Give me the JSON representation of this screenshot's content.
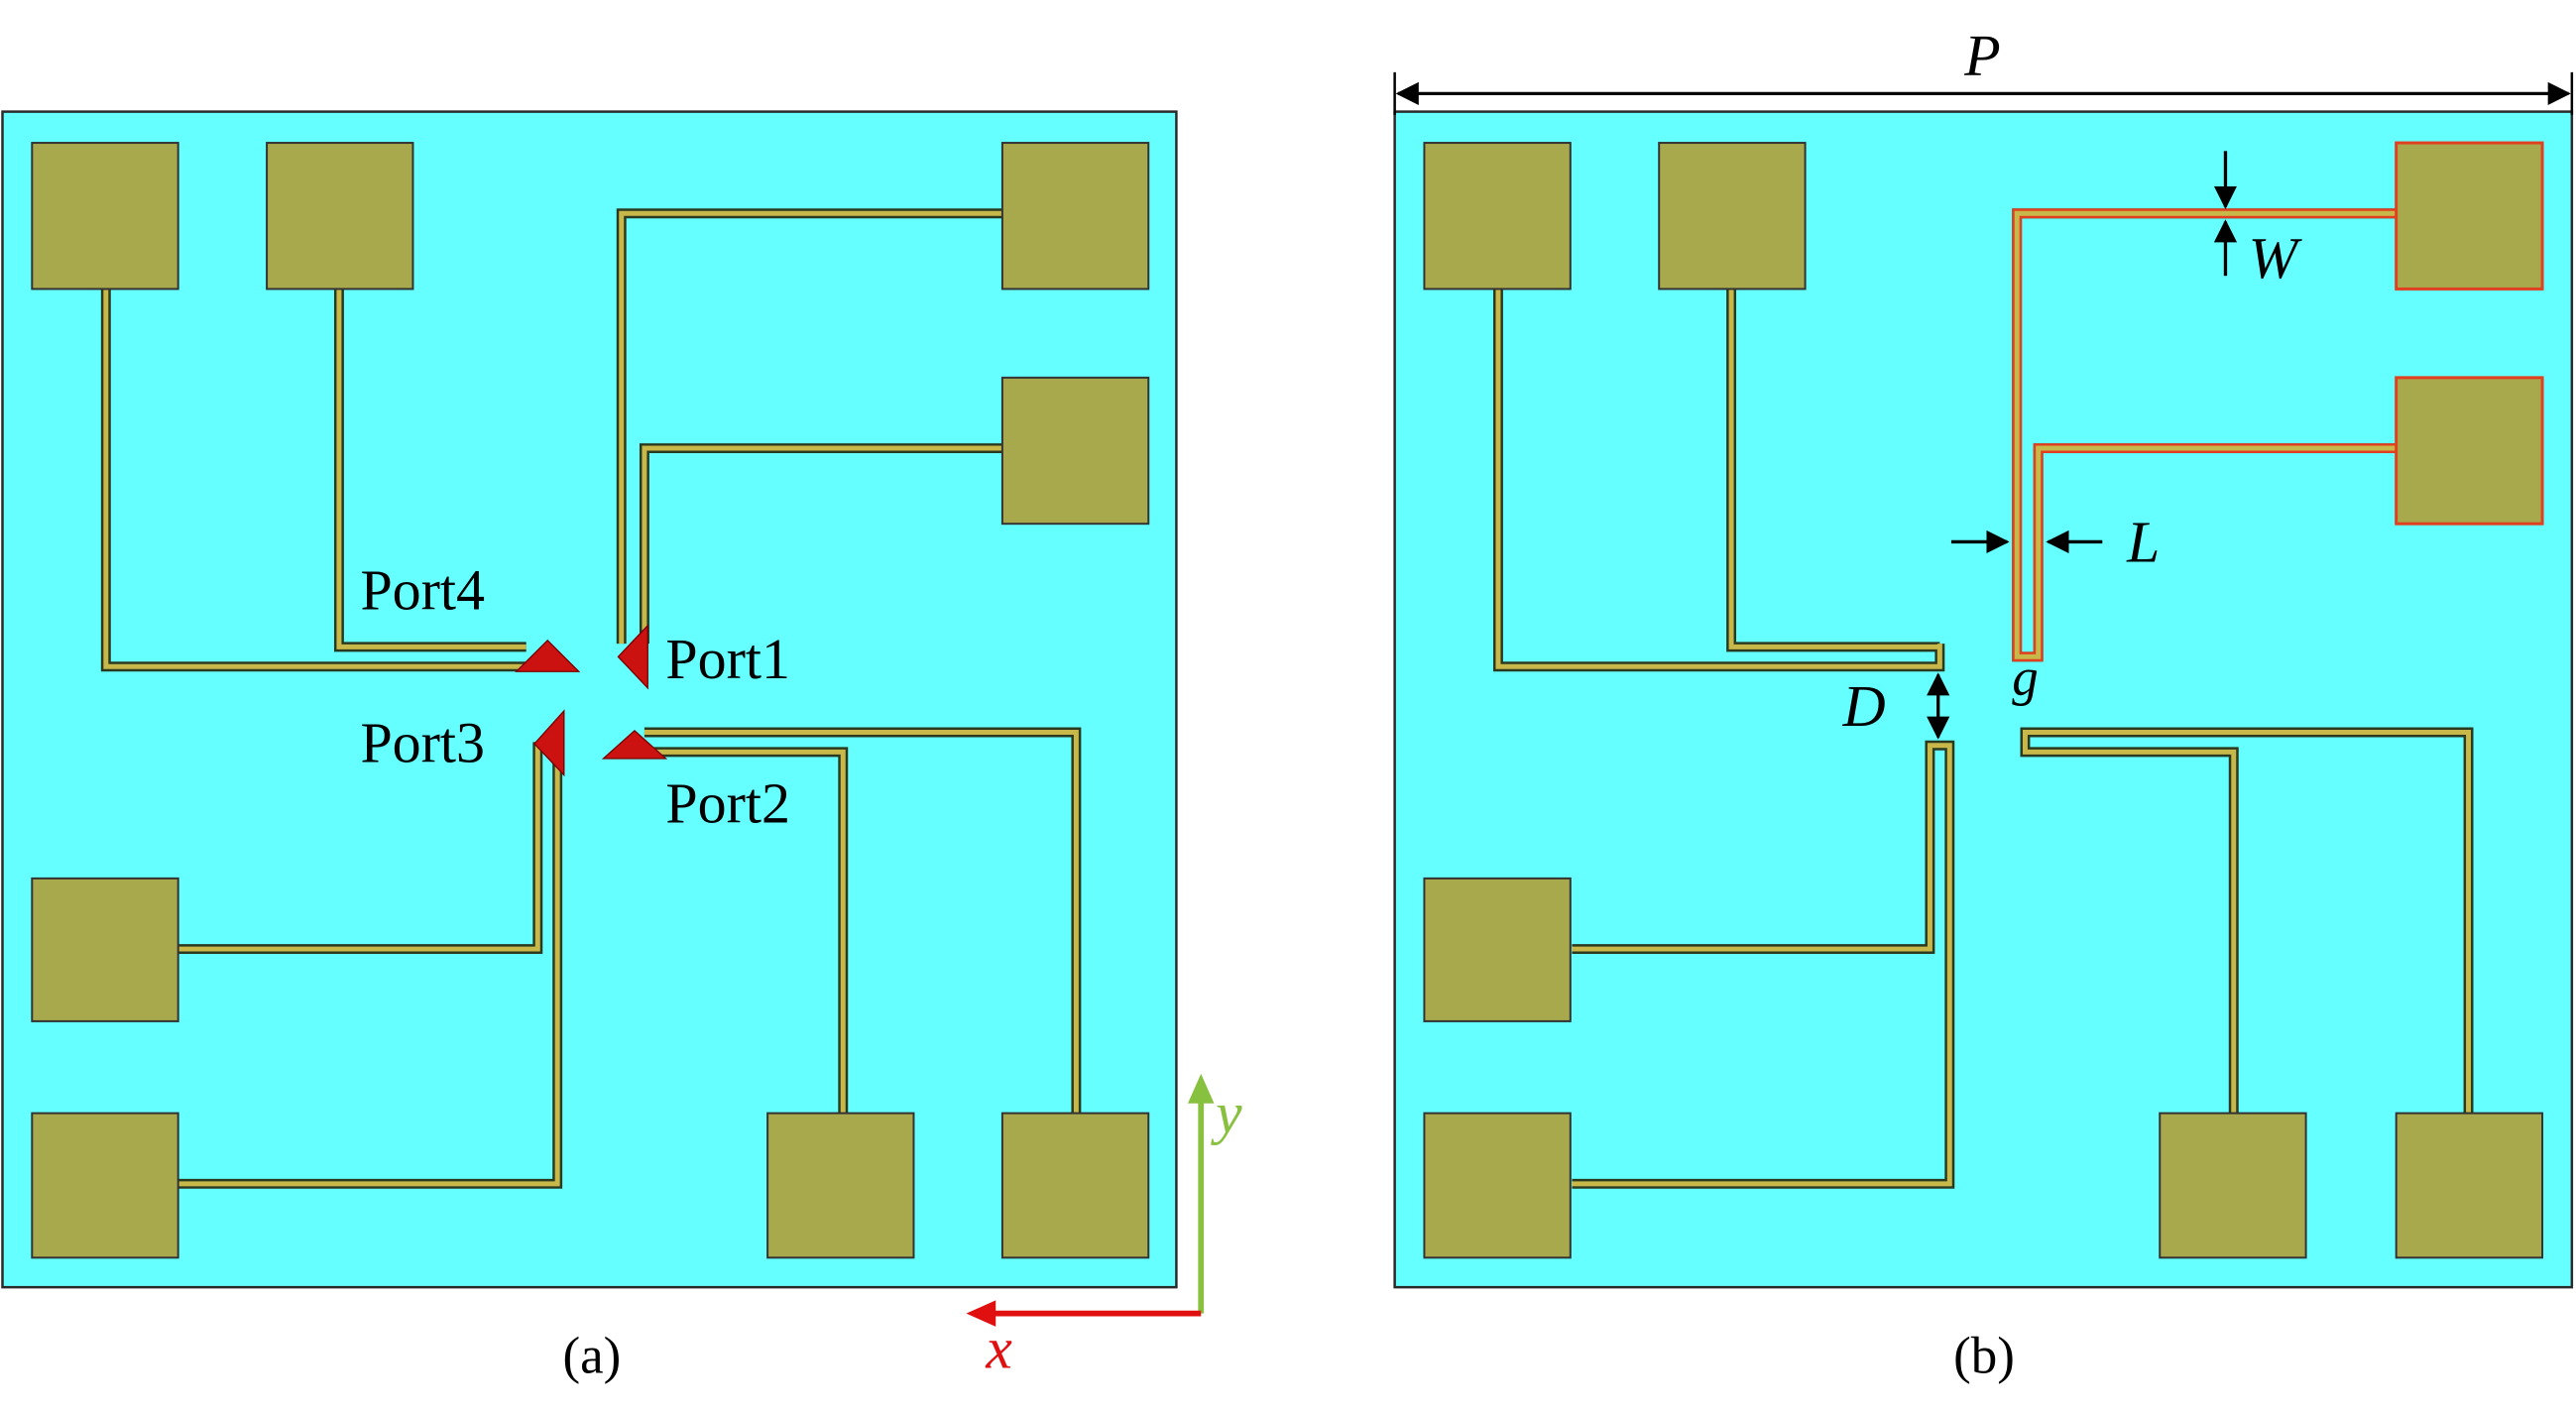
{
  "panel_a": {
    "caption": "(a)",
    "ports": {
      "port1": "Port1",
      "port2": "Port2",
      "port3": "Port3",
      "port4": "Port4"
    },
    "axes": {
      "x": "x",
      "y": "y"
    }
  },
  "panel_b": {
    "caption": "(b)",
    "dimensions": {
      "P": "P",
      "W": "W",
      "L": "L",
      "D": "D",
      "g": "g"
    }
  },
  "colors": {
    "substrate": "#66ffff",
    "patch": "#a8a84c",
    "line": "#c8b84a",
    "port": "#cc1111",
    "highlight": "#e04020",
    "axis_x": "#e01010",
    "axis_y": "#88c040"
  }
}
